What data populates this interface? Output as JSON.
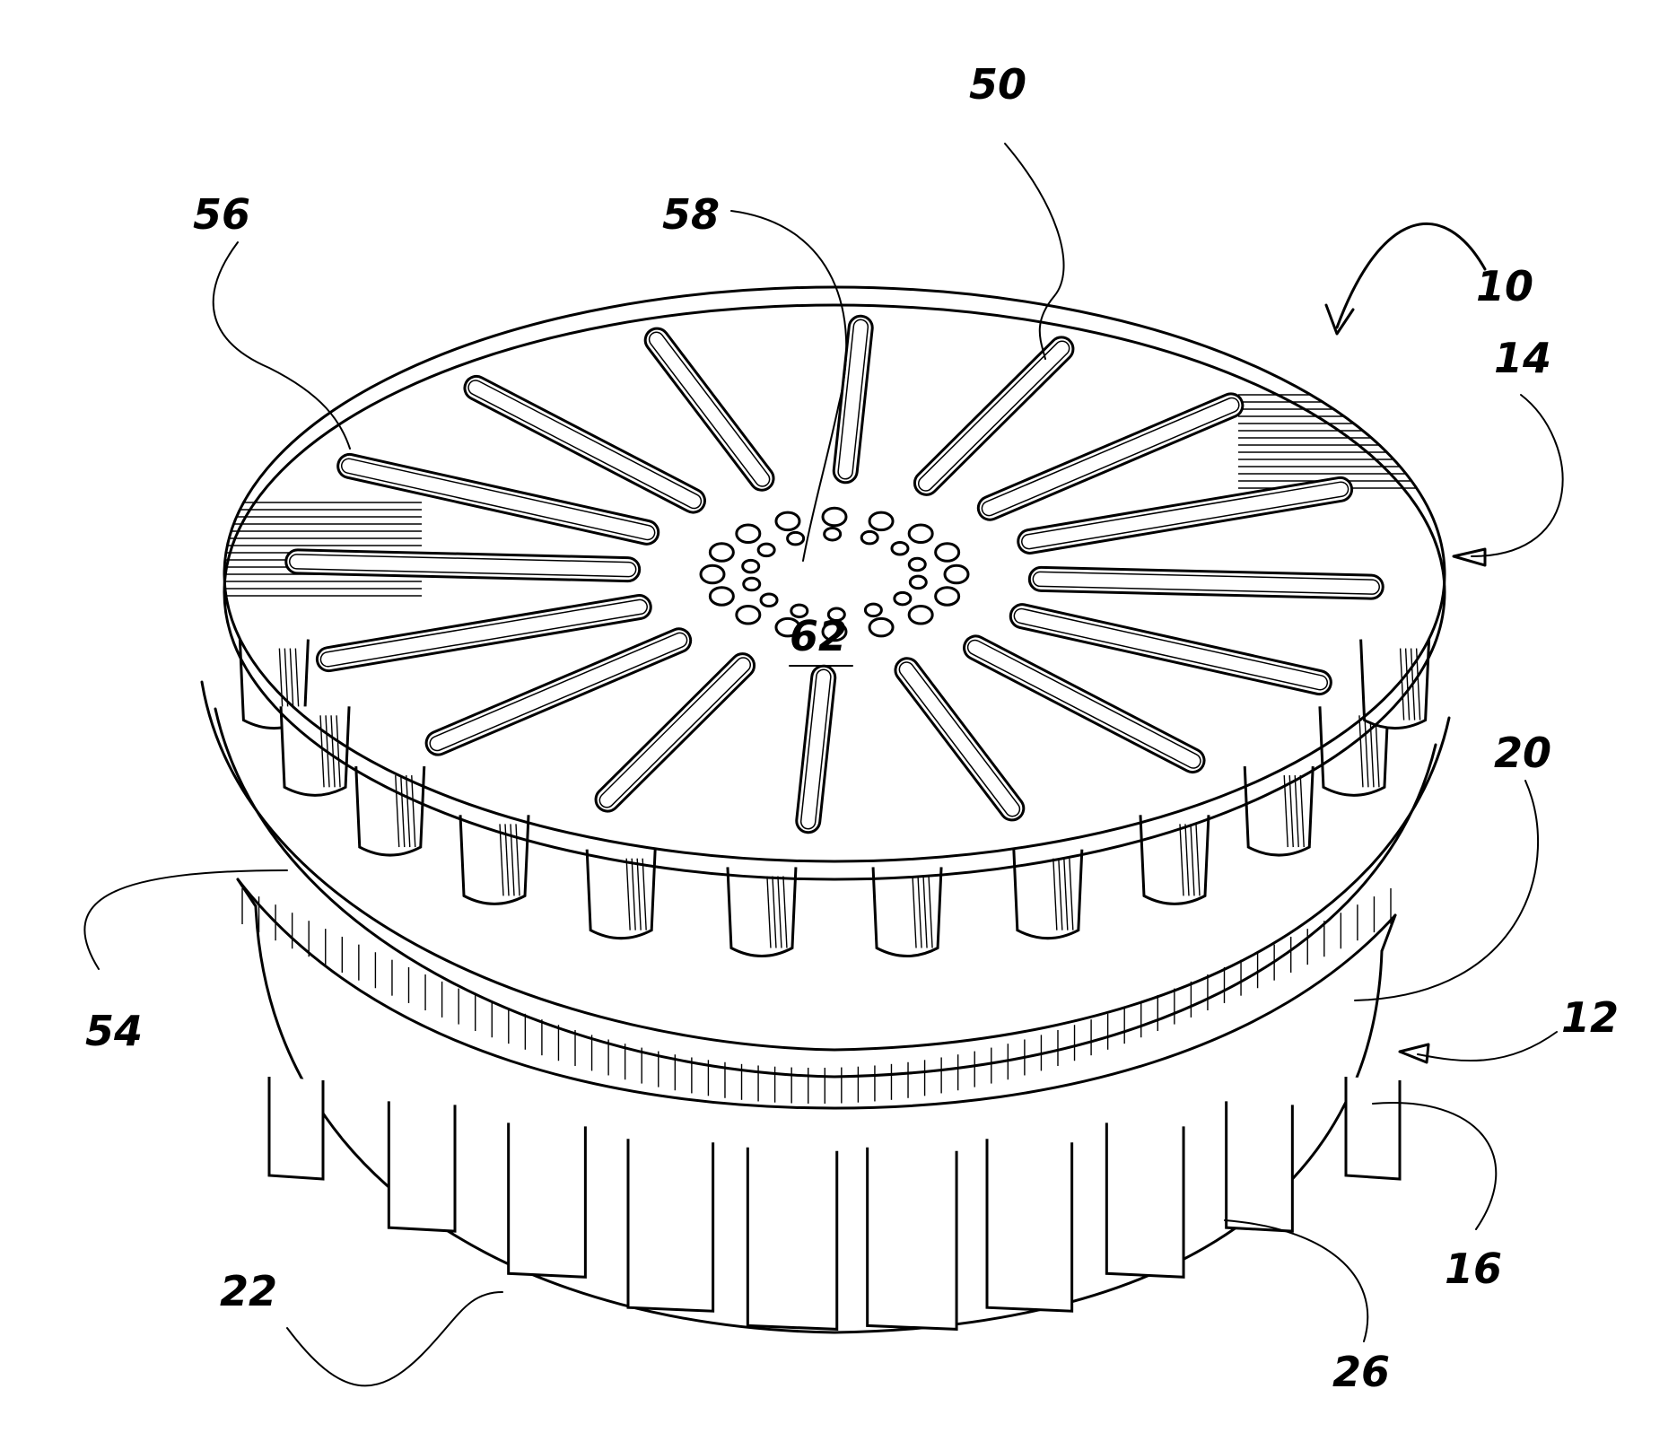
{
  "figure": {
    "reference_numerals": {
      "n10": "10",
      "n12": "12",
      "n14": "14",
      "n16": "16",
      "n20": "20",
      "n22": "22",
      "n26": "26",
      "n50": "50",
      "n54": "54",
      "n56": "56",
      "n58": "58",
      "n62": "62"
    },
    "features": {
      "radial_slot_count": 16,
      "side_window_count": 10,
      "post_count": 12
    }
  }
}
